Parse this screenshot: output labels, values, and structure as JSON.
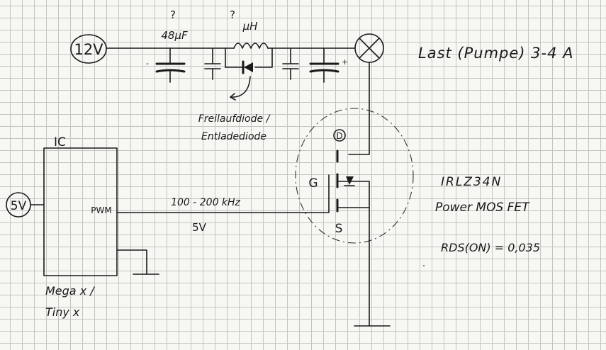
{
  "supply": {
    "label": "12V"
  },
  "input_capacitor": {
    "note": "?",
    "value": "48µF"
  },
  "inductor": {
    "note": "?",
    "value": "µH"
  },
  "diode": {
    "label_line1": "Freilaufdiode /",
    "label_line2": "Entladediode"
  },
  "load": {
    "label": "Last (Pumpe) 3-4 A"
  },
  "mosfet": {
    "drain": "D",
    "gate": "G",
    "source": "S",
    "part": "IRLZ34N",
    "type": "Power MOS FET",
    "rds": "RDS(ON) = 0,035"
  },
  "ic": {
    "title": "IC",
    "pin": "PWM",
    "name_line1": "Mega x /",
    "name_line2": "Tiny x"
  },
  "ic_supply": {
    "label": "5V"
  },
  "pwm_signal": {
    "frequency": "100 - 200 kHz",
    "level": "5V"
  },
  "polarity": {
    "minus": "-",
    "plus": "+"
  }
}
